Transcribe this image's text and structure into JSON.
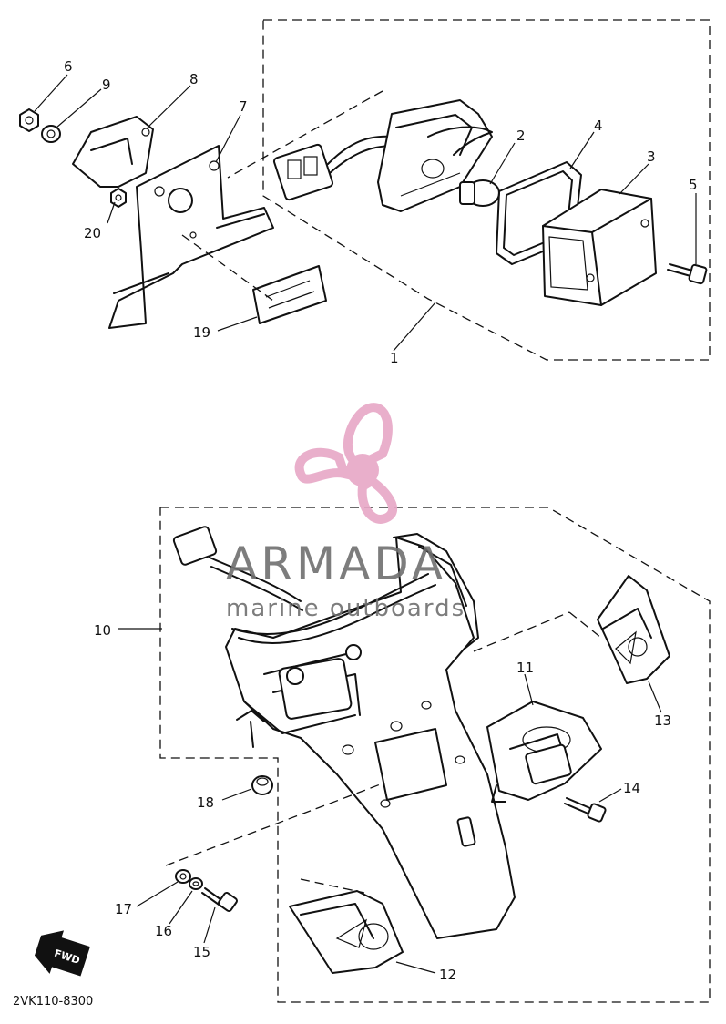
{
  "diagram": {
    "drawing_code": "2VK110-8300",
    "fwd_label": "FWD",
    "callouts": [
      "1",
      "2",
      "3",
      "4",
      "5",
      "6",
      "7",
      "8",
      "9",
      "10",
      "11",
      "12",
      "13",
      "14",
      "15",
      "16",
      "17",
      "18",
      "19",
      "20"
    ]
  },
  "watermark": {
    "brand": "ARMADA",
    "tagline": "marine outboards",
    "logo_color": "#e7a7c6"
  }
}
